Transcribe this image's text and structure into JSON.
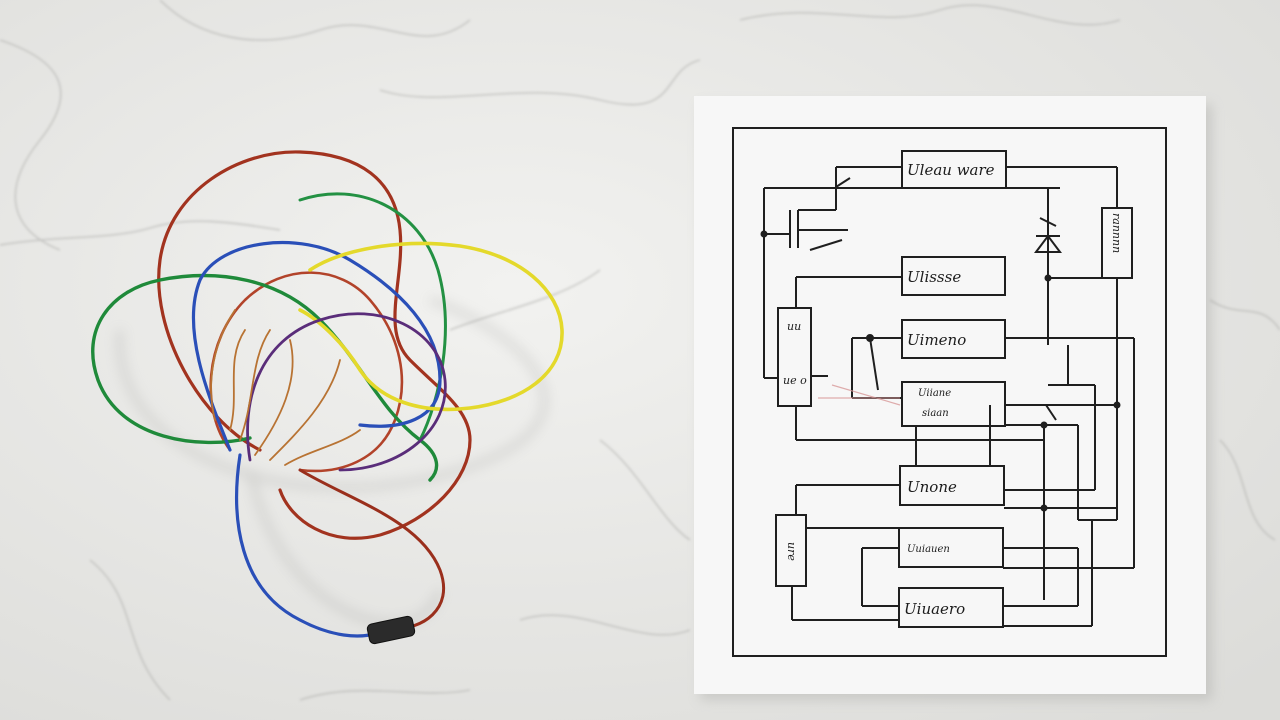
{
  "scene": {
    "surface": "white marble countertop",
    "objects": [
      "tangled-wire-bundle",
      "circuit-schematic-sheet"
    ]
  },
  "colors": {
    "marble": "#ececea",
    "vein": "#b9b9b6",
    "paper": "#f7f7f7",
    "ink": "#1f1f1f",
    "wire_red": "#a2331f",
    "wire_green": "#1f8a3a",
    "wire_blue": "#2a4fb8",
    "wire_yellow": "#e4d92b",
    "wire_purple": "#5a2d7a",
    "wire_copper": "#b87333"
  },
  "schematic": {
    "labels": {
      "top_box": "Uleau ware",
      "box_2": "Ulissse",
      "box_3": "Uimeno",
      "box_4_line1": "Uiiane",
      "box_4_line2": "siaan",
      "box_5": "Unone",
      "box_6": "Uuiauen",
      "box_7": "Uiuaero",
      "left_component": "ue o",
      "left_component_top": "uu",
      "lower_left_component": "ure",
      "right_component": "rannnn"
    }
  }
}
